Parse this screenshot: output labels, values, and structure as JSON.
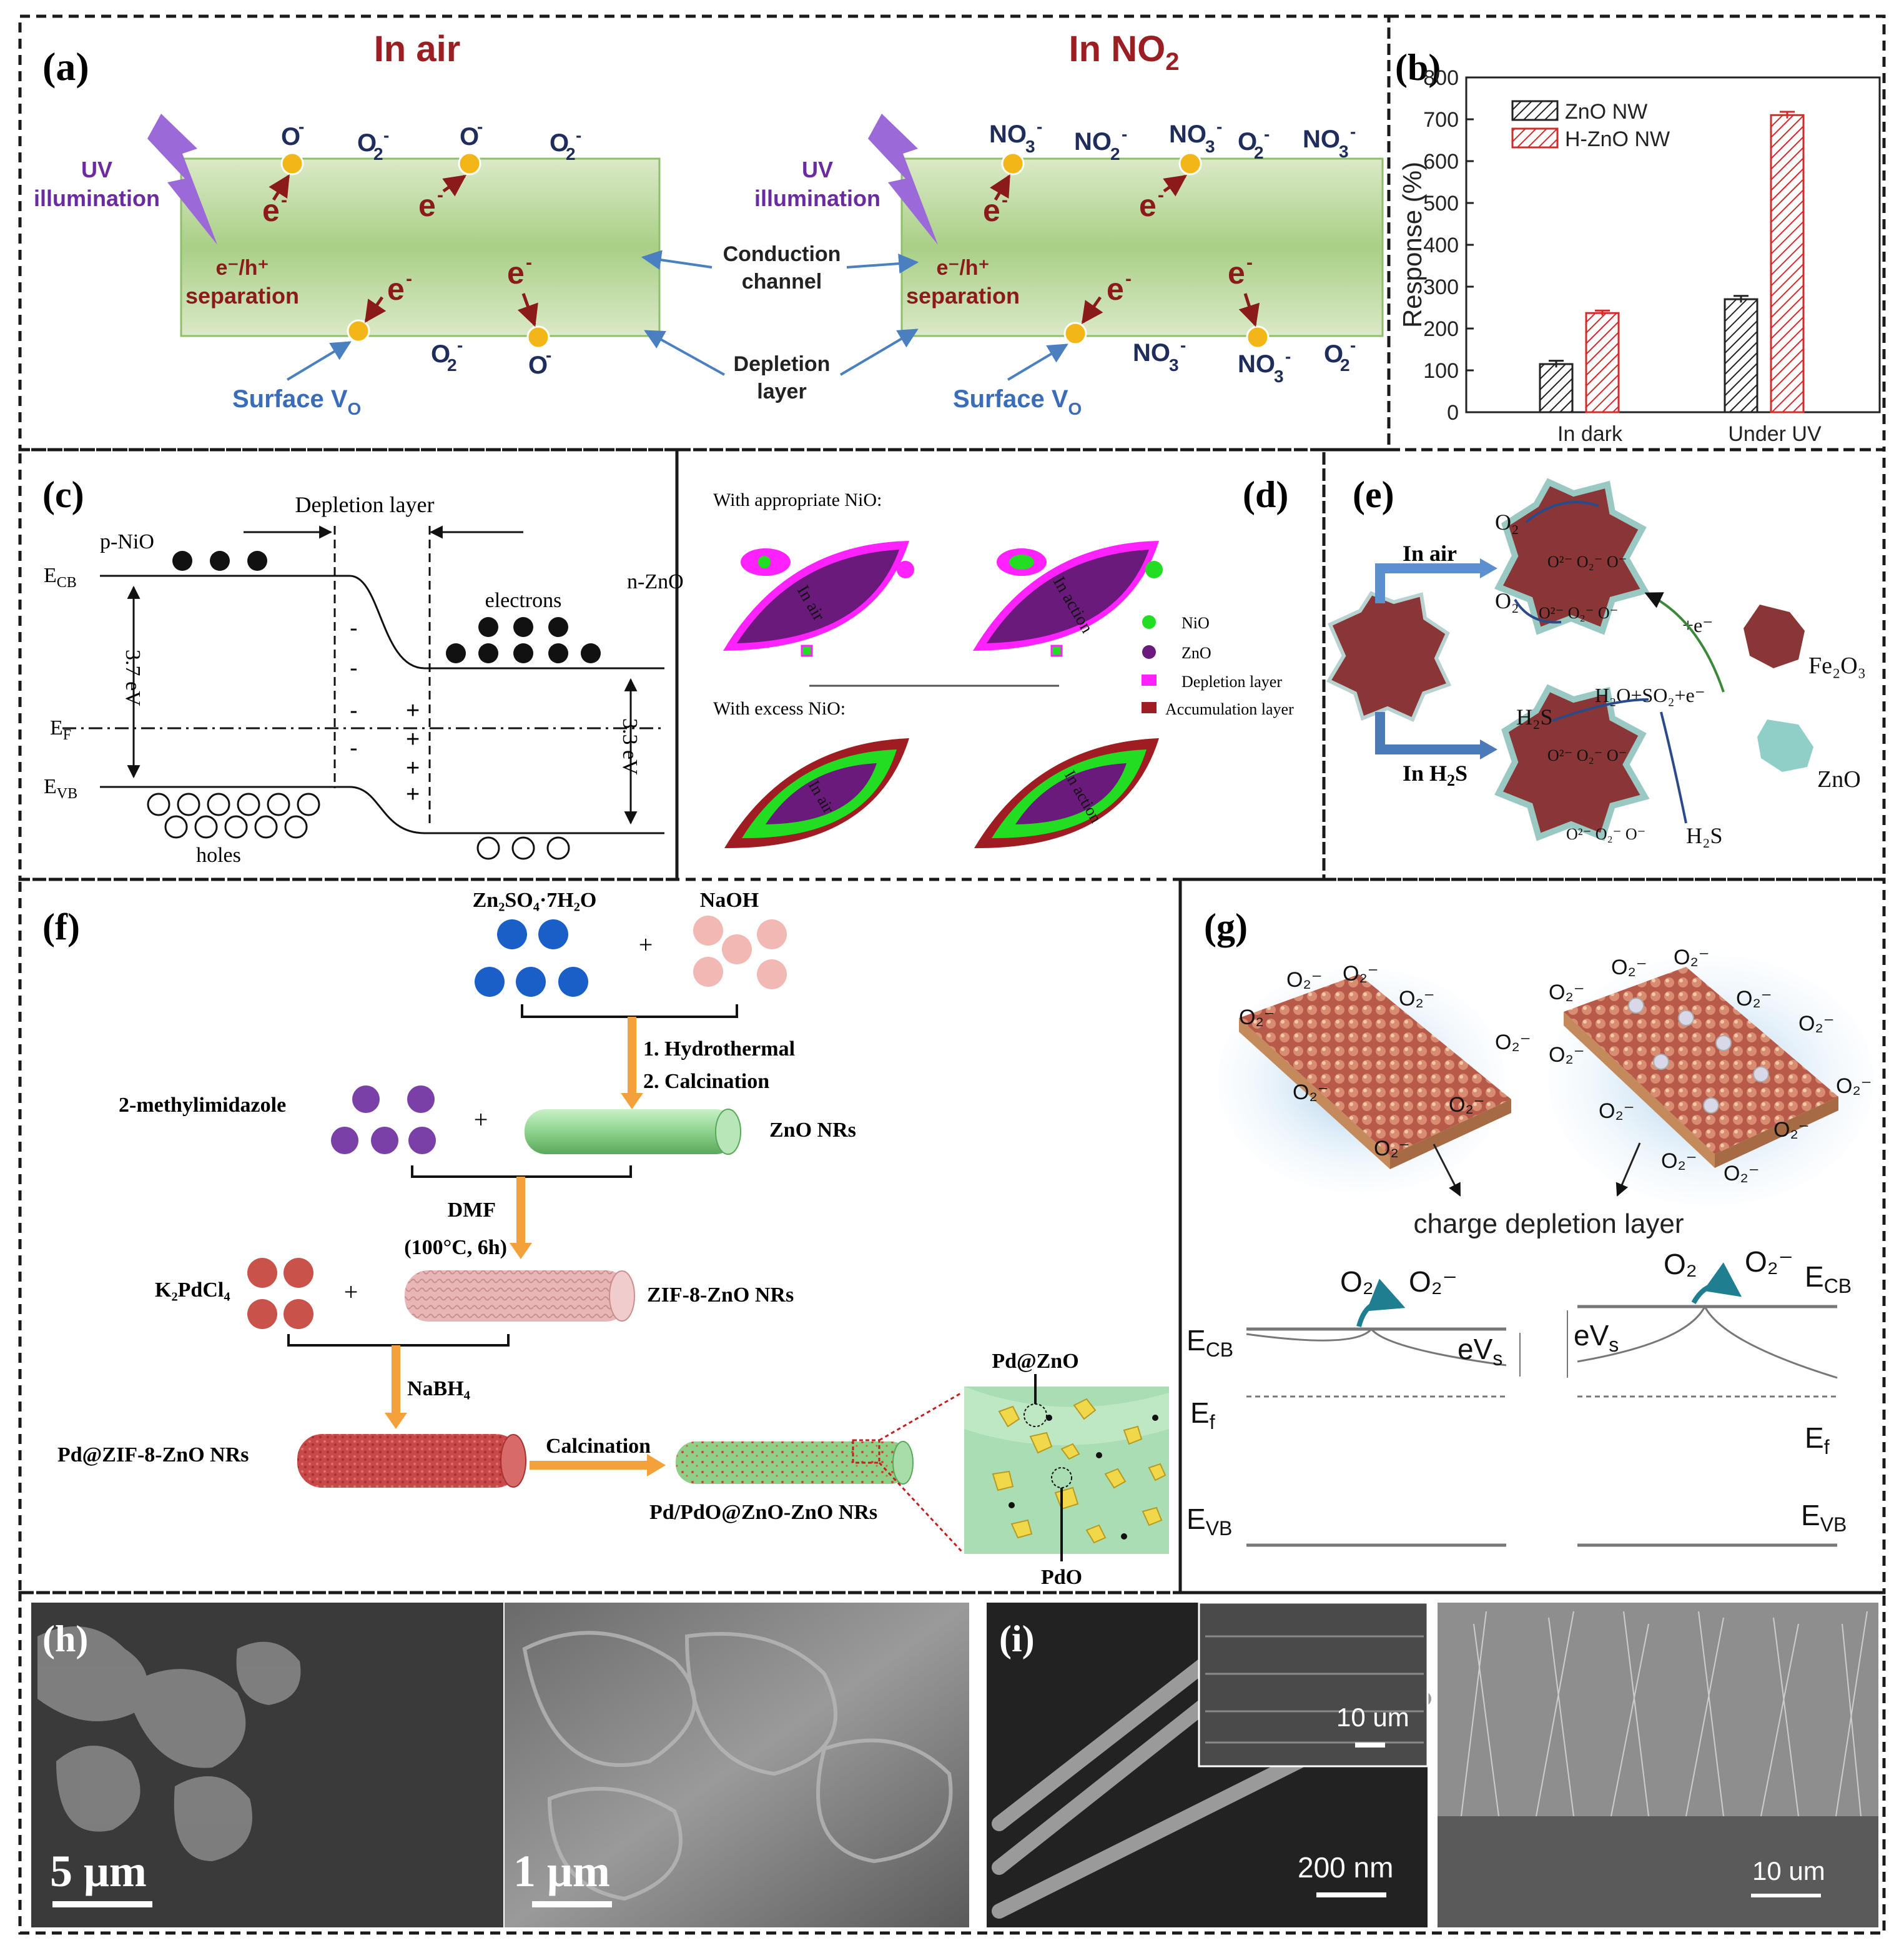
{
  "panel_a": {
    "label": "(a)",
    "title_air": "In air",
    "title_no2": "In NO",
    "title_no2_sub": "2",
    "uv1": "UV",
    "uv2": "illumination",
    "eh1": "e⁻/h⁺",
    "eh2": "separation",
    "e_minus": "e",
    "o_minus": "O",
    "o2_minus": "O",
    "no3": "NO",
    "no2": "NO",
    "surface": "Surface V",
    "surface_sub": "O",
    "conduction1": "Conduction",
    "conduction2": "channel",
    "depletion1": "Depletion",
    "depletion2": "layer"
  },
  "panel_b": {
    "label": "(b)",
    "chart_data": {
      "type": "bar",
      "categories": [
        "In dark",
        "Under UV"
      ],
      "series": [
        {
          "name": "ZnO NW",
          "values": [
            115,
            270
          ],
          "errors": [
            8,
            8
          ],
          "color": "#222222"
        },
        {
          "name": "H-ZnO NW",
          "values": [
            237,
            710
          ],
          "errors": [
            6,
            8
          ],
          "color": "#d22b2b"
        }
      ],
      "ylabel": "Response (%)",
      "ylim": [
        0,
        800
      ],
      "yticks": [
        "0",
        "100",
        "200",
        "300",
        "400",
        "500",
        "600",
        "700",
        "800"
      ],
      "legend": "top-left"
    }
  },
  "panel_c": {
    "label": "(c)",
    "depletion": "Depletion  layer",
    "pnio": "p-NiO",
    "nzno": "n-ZnO",
    "electrons": "electrons",
    "holes": "holes",
    "ecb": "E",
    "ecb_sub": "CB",
    "ef": "E",
    "ef_sub": "F",
    "evb": "E",
    "evb_sub": "VB",
    "gap1": "3.7 eV",
    "gap2": "3.3 eV"
  },
  "panel_d": {
    "label": "(d)",
    "appropriate": "With appropriate NiO:",
    "excess": "With excess NiO:",
    "in_air": "In air",
    "in_action": "In action",
    "legend": [
      "NiO",
      "ZnO",
      "Depletion layer",
      "Accumulation layer"
    ],
    "colors": {
      "nio": "#22dd22",
      "zno": "#6a1a7a",
      "depletion": "#ff22ff",
      "accumulation": "#9e1c22"
    }
  },
  "panel_e": {
    "label": "(e)",
    "in_air": "In air",
    "in_h2s": "In H",
    "in_h2s_sub": "2",
    "in_h2s_end": "S",
    "plus_e": "+e⁻",
    "reaction": "H₂O+SO₂+e⁻",
    "fe2o3": "Fe₂O₃",
    "zno": "ZnO",
    "h2s": "H₂S",
    "o2": "O₂"
  },
  "panel_f": {
    "label": "(f)",
    "znso4": "Zn₂SO₄·7H₂O",
    "naoh": "NaOH",
    "step1": "1. Hydrothermal",
    "step2": "2. Calcination",
    "methyl": "2-methylimidazole",
    "zno_nrs": "ZnO NRs",
    "dmf": "DMF",
    "dmf_cond": "(100°C, 6h)",
    "k2pdcl4": "K₂PdCl₄",
    "zif": "ZIF-8-ZnO NRs",
    "nabh4": "NaBH₄",
    "pd_zif": "Pd@ZIF-8-ZnO NRs",
    "calcination": "Calcination",
    "pd_pdo": "Pd/PdO@ZnO-ZnO NRs",
    "pd_zno": "Pd@ZnO",
    "pdo": "PdO",
    "plus": "+"
  },
  "panel_g": {
    "label": "(g)",
    "o2": "O₂⁻",
    "charge": "charge depletion layer",
    "ecb": "E",
    "ecb_sub": "CB",
    "ef": "E",
    "ef_sub": "f",
    "evb": "E",
    "evb_sub": "VB",
    "evs": "eV",
    "evs_sub": "s",
    "o2_plain": "O₂",
    "o2_minus": "O₂⁻"
  },
  "panel_h": {
    "label": "(h)",
    "scale1": "5 μm",
    "scale2": "1 μm"
  },
  "panel_i": {
    "label": "(i)",
    "scale1": "200 nm",
    "scale_inset": "10 um",
    "scale2": "10 um"
  }
}
